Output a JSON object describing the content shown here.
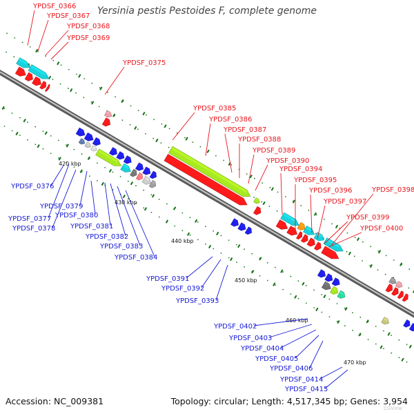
{
  "title": "Yersinia pestis Pestoides F, complete genome",
  "accession": "Accession: NC_009381",
  "summary": "Topology: circular; Length: 4,517,345 bp; Genes: 3,954",
  "watermark": "CGView",
  "colors": {
    "forward_label": "#e8151c",
    "reverse_label": "#1417d6",
    "cds_forward": "#ff1a1a",
    "cds_reverse": "#1f1ff0",
    "cog_cyan": "#19d2dc",
    "cog_lime": "#a8ea22",
    "cog_orange": "#ff9a10",
    "backbone": "#8a8a8a",
    "ticks": "#2a8a2a"
  },
  "ruler": [
    "420 kbp",
    "430 kbp",
    "440 kbp",
    "450 kbp",
    "460 kbp",
    "470 kbp"
  ],
  "labels_forward": [
    "YPDSF_0366",
    "YPDSF_0367",
    "YPDSF_0368",
    "YPDSF_0369",
    "YPDSF_0375",
    "YPDSF_0385",
    "YPDSF_0386",
    "YPDSF_0387",
    "YPDSF_0388",
    "YPDSF_0389",
    "YPDSF_0390",
    "YPDSF_0394",
    "YPDSF_0395",
    "YPDSF_0396",
    "YPDSF_0398",
    "YPDSF_0397",
    "YPDSF_0399",
    "YPDSF_0400"
  ],
  "labels_reverse": [
    "YPDSF_0376",
    "YPDSF_0379",
    "YPDSF_0377",
    "YPDSF_0380",
    "YPDSF_0378",
    "YPDSF_0381",
    "YPDSF_0382",
    "YPDSF_0383",
    "YPDSF_0384",
    "YPDSF_0391",
    "YPDSF_0392",
    "YPDSF_0393",
    "YPDSF_0402",
    "YPDSF_0403",
    "YPDSF_0404",
    "YPDSF_0405",
    "YPDSF_0406",
    "YPDSF_0414",
    "YPDSF_0415"
  ]
}
